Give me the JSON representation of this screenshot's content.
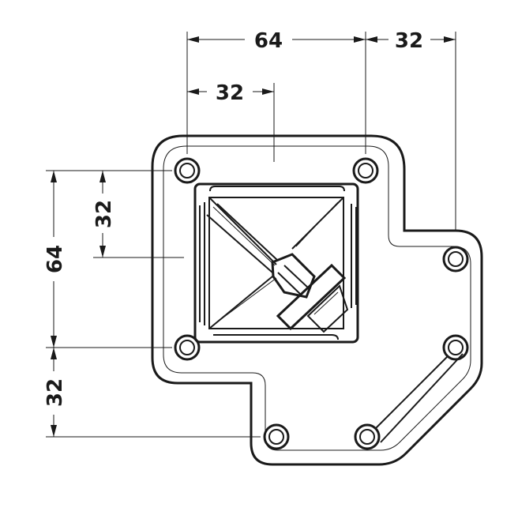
{
  "dimensions": {
    "top_span": "64",
    "top_right_span": "32",
    "top_inner_span": "32",
    "left_inner_span": "32",
    "left_span": "64",
    "left_bottom_span": "32"
  },
  "colors": {
    "line": "#1a1a1a",
    "background": "#ffffff"
  }
}
